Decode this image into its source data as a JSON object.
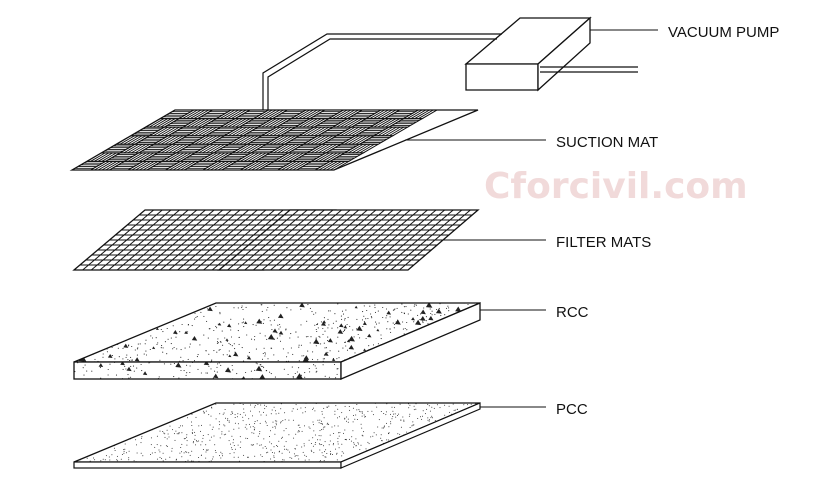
{
  "labels": {
    "vacuum_pump": "VACUUM PUMP",
    "suction_mat": "SUCTION MAT",
    "filter_mats": "FILTER MATS",
    "rcc": "RCC",
    "pcc": "PCC"
  },
  "watermark": "Cforcivil.com",
  "colors": {
    "line": "#111111",
    "watermark": "#f1dada",
    "background": "#ffffff"
  }
}
